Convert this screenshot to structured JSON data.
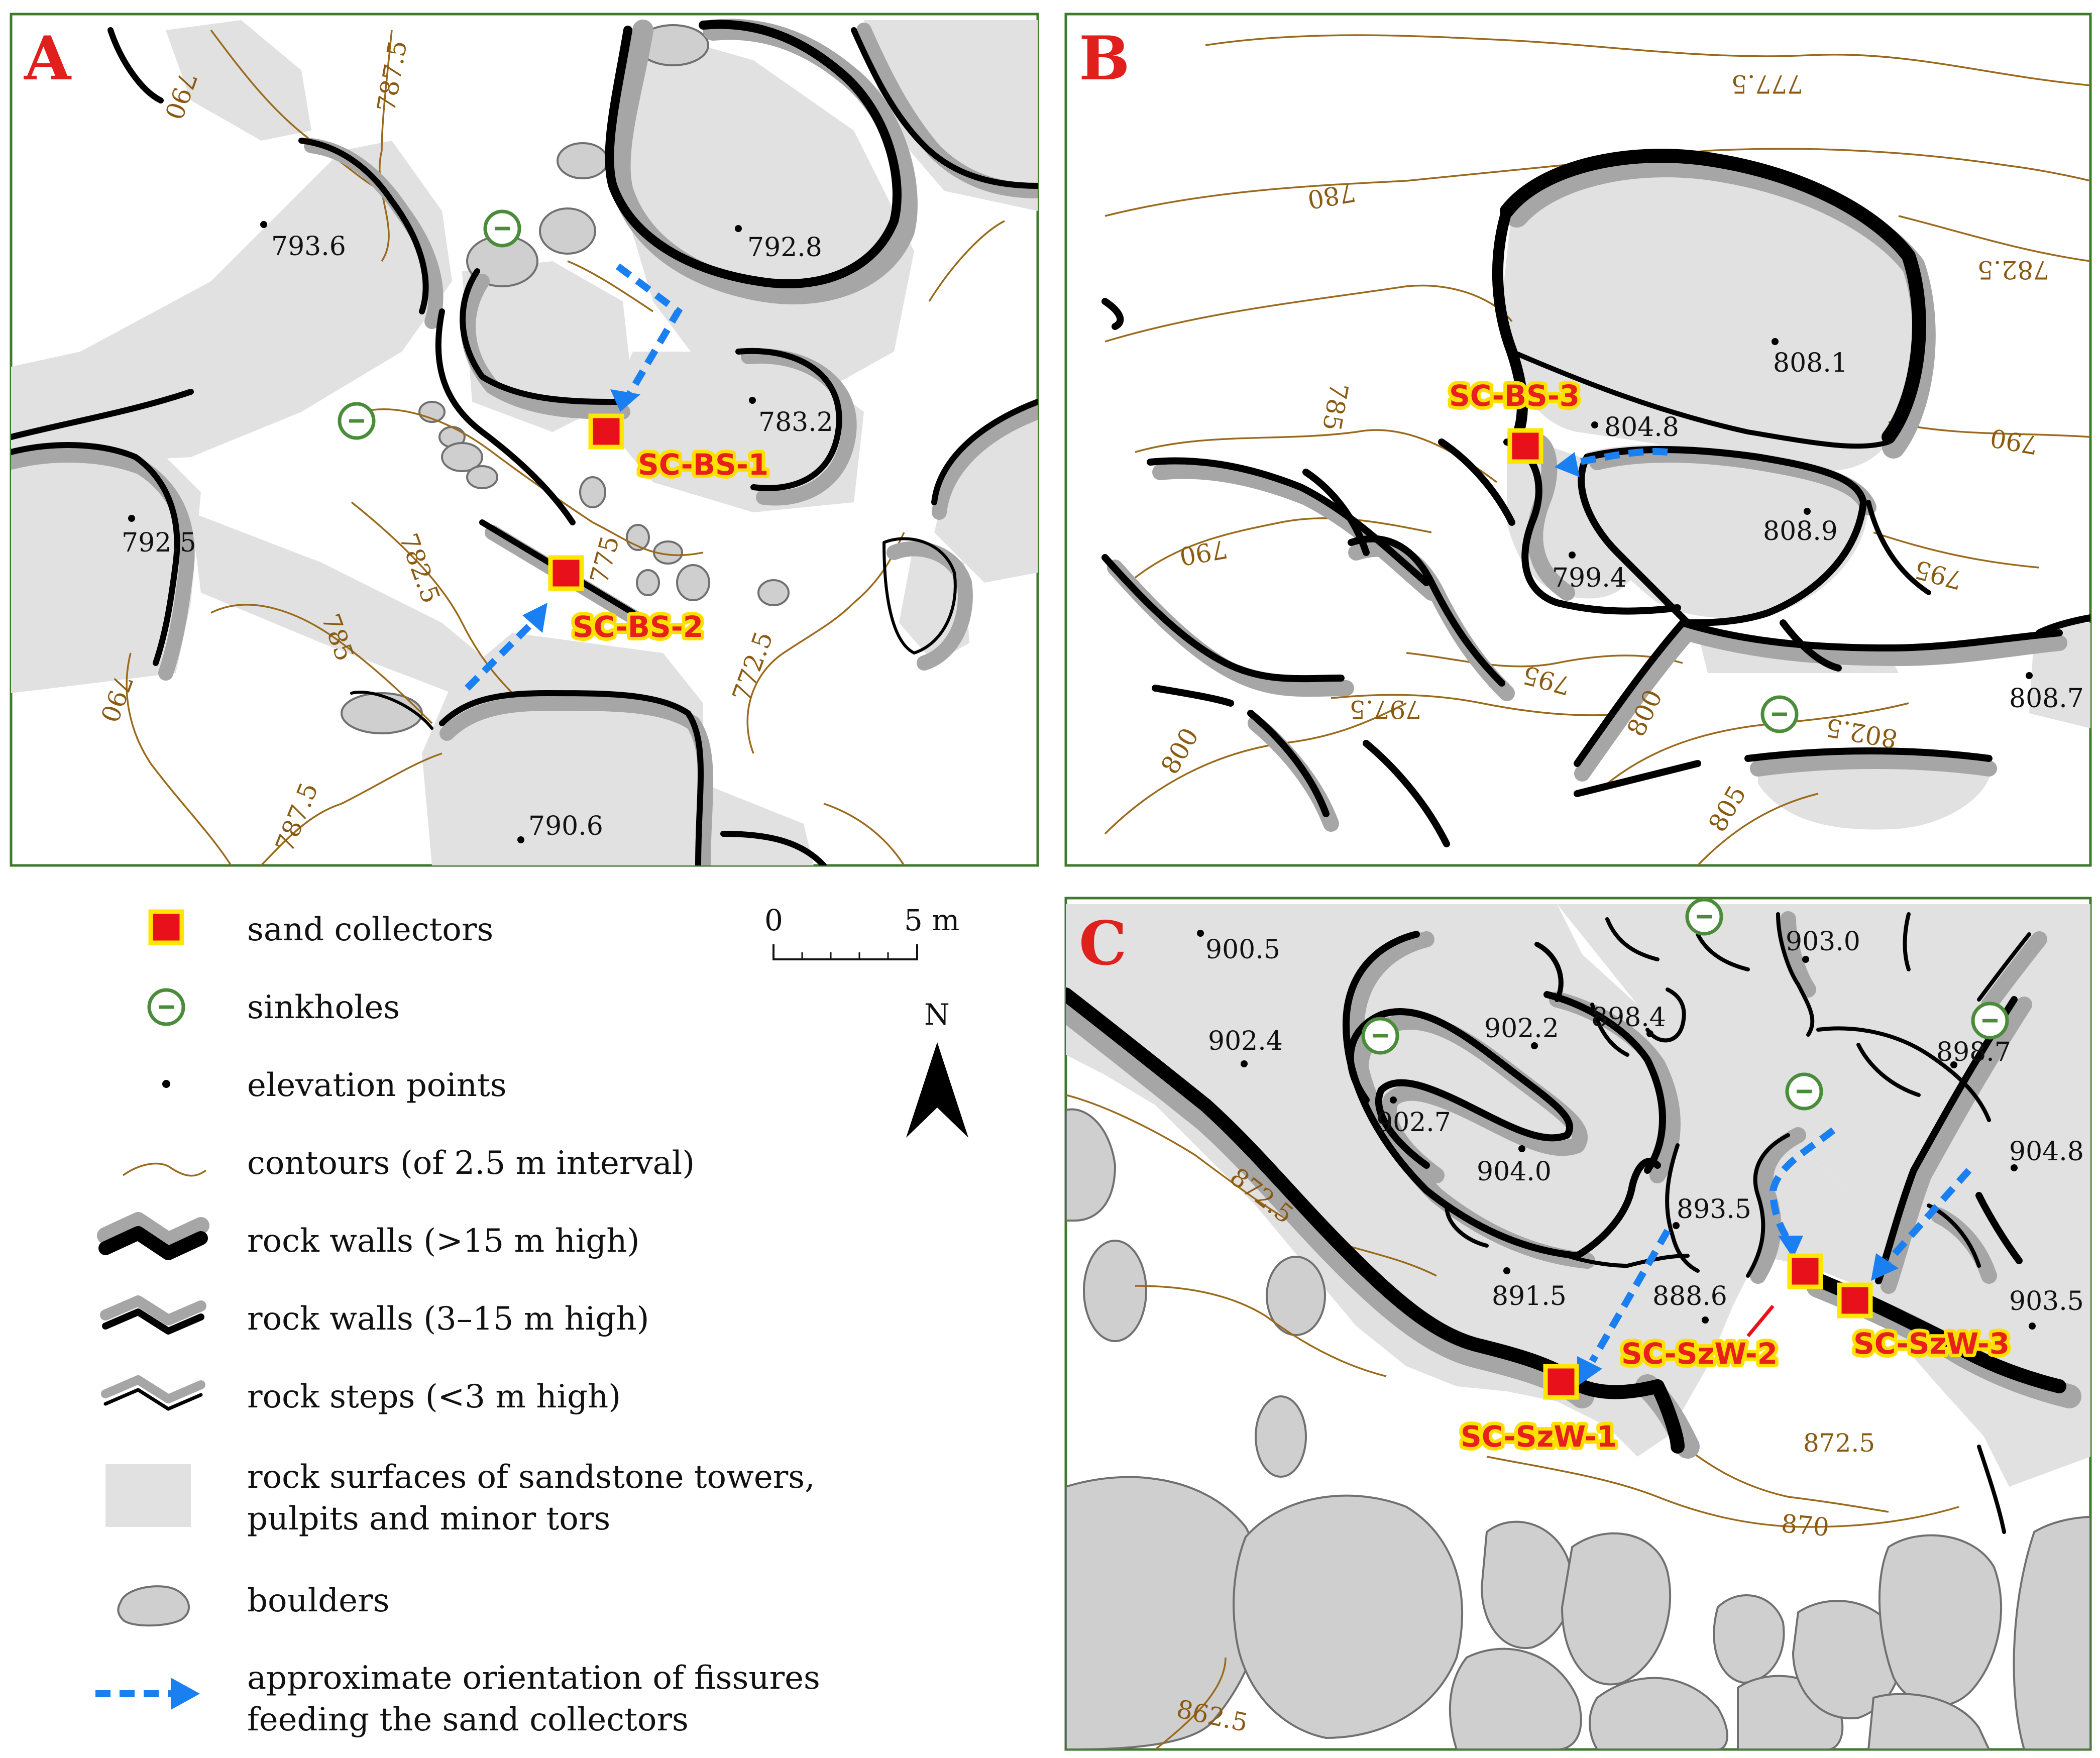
{
  "panels": {
    "a": {
      "letter": "A",
      "collectors": [
        "SC-BS-1",
        "SC-BS-2"
      ],
      "elevations": [
        "793.6",
        "792.8",
        "783.2",
        "792.5",
        "790.6"
      ],
      "contours": [
        "790",
        "787.5",
        "782.5",
        "785",
        "775",
        "772.5",
        "790",
        "787.5"
      ]
    },
    "b": {
      "letter": "B",
      "collectors": [
        "SC-BS-3"
      ],
      "elevations": [
        "808.1",
        "804.8",
        "808.9",
        "799.4",
        "808.7"
      ],
      "contours": [
        "777.5",
        "780",
        "782.5",
        "785",
        "790",
        "790",
        "795",
        "795",
        "797.5",
        "800",
        "800",
        "802.5",
        "805"
      ]
    },
    "c": {
      "letter": "C",
      "collectors": [
        "SC-SzW-1",
        "SC-SzW-2",
        "SC-SzW-3"
      ],
      "elevations": [
        "900.5",
        "903.0",
        "902.4",
        "902.2",
        "898.4",
        "898.7",
        "902.7",
        "904.0",
        "904.8",
        "893.5",
        "891.5",
        "888.6",
        "903.5"
      ],
      "contours": [
        "872.5",
        "872.5",
        "870",
        "862.5"
      ]
    }
  },
  "legend": {
    "items": [
      {
        "symbol": "collector-icon",
        "label": "sand collectors"
      },
      {
        "symbol": "sinkhole-icon",
        "label": "sinkholes"
      },
      {
        "symbol": "elevation-point-icon",
        "label": "elevation points"
      },
      {
        "symbol": "contour-icon",
        "label": "contours (of 2.5 m interval)"
      },
      {
        "symbol": "high-wall-icon",
        "label": "rock walls (>15 m high)"
      },
      {
        "symbol": "mid-wall-icon",
        "label": "rock walls (3–15 m high)"
      },
      {
        "symbol": "step-icon",
        "label": "rock steps (<3 m high)"
      },
      {
        "symbol": "rock-surface-icon",
        "label": "rock surfaces of sandstone towers,",
        "label2": "pulpits and minor tors"
      },
      {
        "symbol": "boulder-icon",
        "label": "boulders"
      },
      {
        "symbol": "fissure-arrow-icon",
        "label": "approximate orientation of fissures",
        "label2": "feeding the sand collectors"
      }
    ],
    "scale": {
      "start": "0",
      "end": "5 m"
    },
    "north": "N"
  },
  "colors": {
    "frame": "#3e7a2a",
    "contour": "#9a6a1c",
    "collector": "#e8101a",
    "collector_outline": "#ffe600",
    "fissure": "#1a7ff0",
    "sinkhole": "#4a8c3a",
    "rock_surface": "#e1e1e1",
    "boulder": "#cfcfcf"
  }
}
